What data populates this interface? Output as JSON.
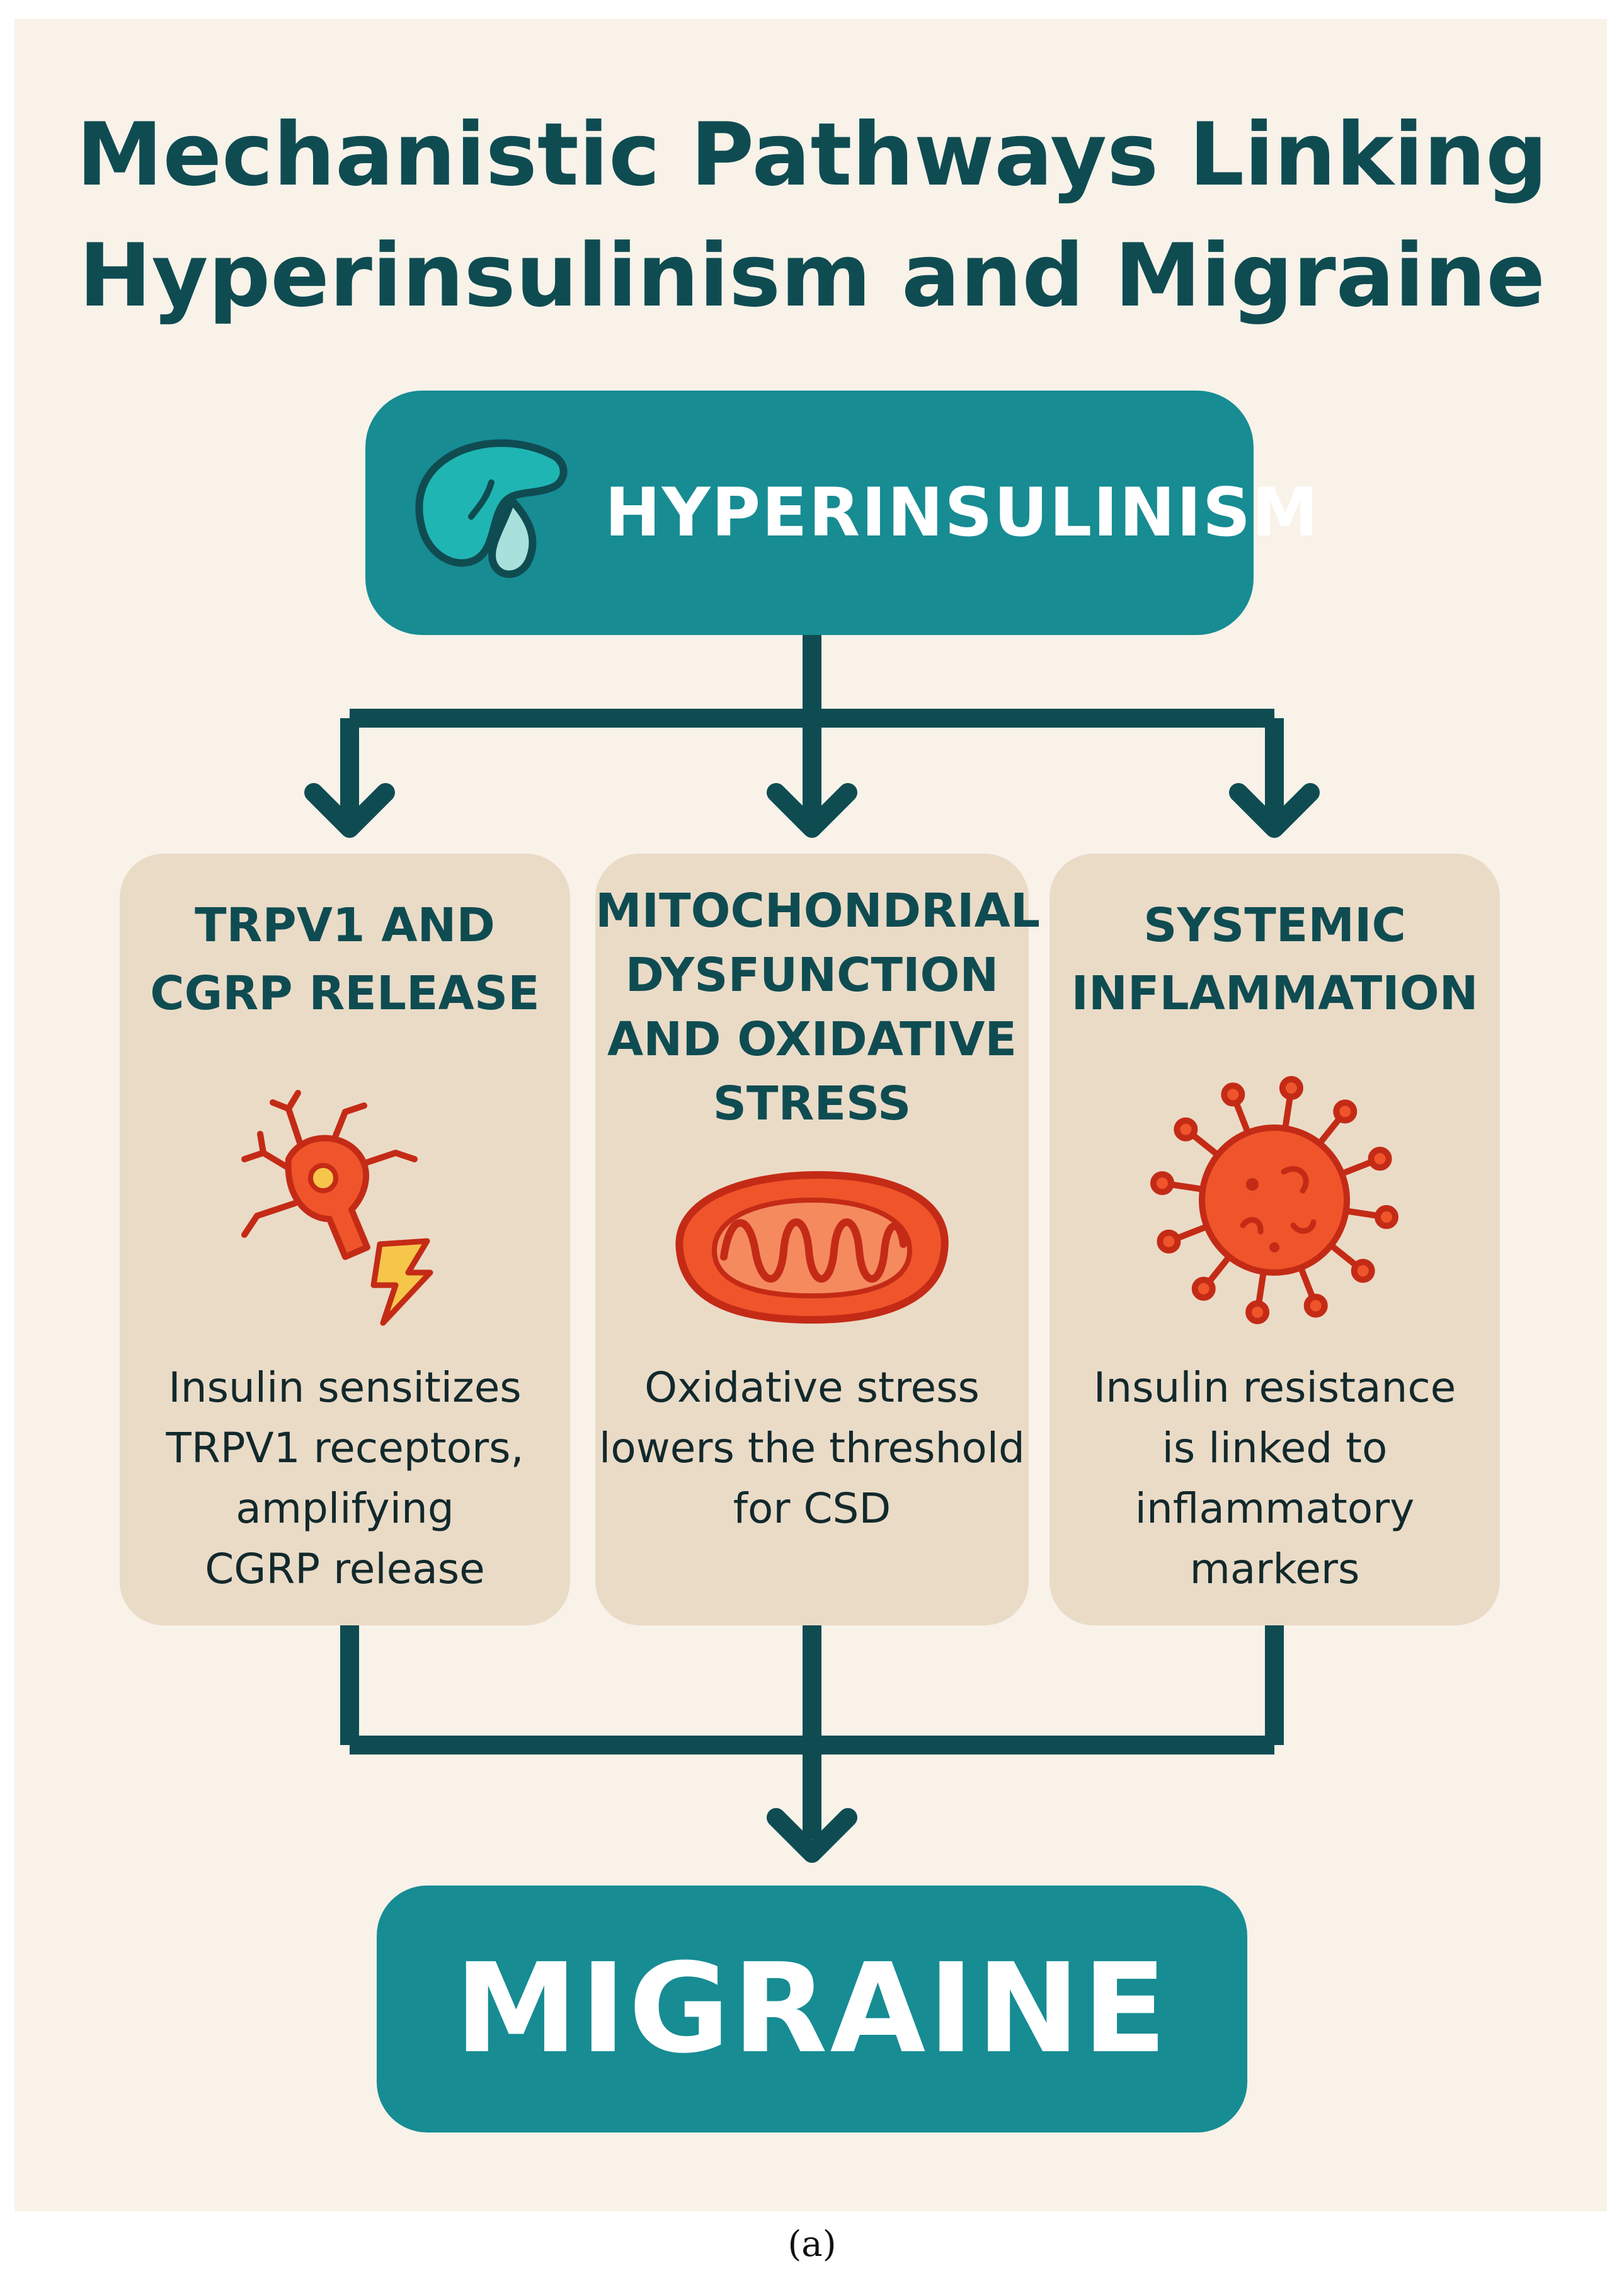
{
  "title": {
    "line1": "Mechanistic Pathways Linking",
    "line2": "Hyperinsulinism and Migraine"
  },
  "top_node": {
    "label": "HYPERINSULINISM",
    "icon": "pancreas-icon"
  },
  "pathways": [
    {
      "title": [
        "TRPV1 AND",
        "CGRP RELEASE"
      ],
      "icon": "neuron-lightning-icon",
      "description": [
        "Insulin sensitizes",
        "TRPV1 receptors,",
        "amplifying",
        "CGRP release"
      ]
    },
    {
      "title": [
        "MITOCHONDRIAL",
        "DYSFUNCTION",
        "AND OXIDATIVE",
        "STRESS"
      ],
      "icon": "mitochondrion-icon",
      "description": [
        "Oxidative stress",
        "lowers the threshold",
        "for CSD"
      ]
    },
    {
      "title": [
        "SYSTEMIC",
        "INFLAMMATION"
      ],
      "icon": "virus-icon",
      "description": [
        "Insulin resistance",
        "is linked to",
        "inflammatory",
        "markers"
      ]
    }
  ],
  "bottom_node": {
    "label": "MIGRAINE"
  },
  "caption": "(a)",
  "colors": {
    "background": "#f8f2e9",
    "teal": "#178c93",
    "dark_teal": "#0f4c52",
    "card": "#eadbc7",
    "icon_red": "#f0542a"
  }
}
